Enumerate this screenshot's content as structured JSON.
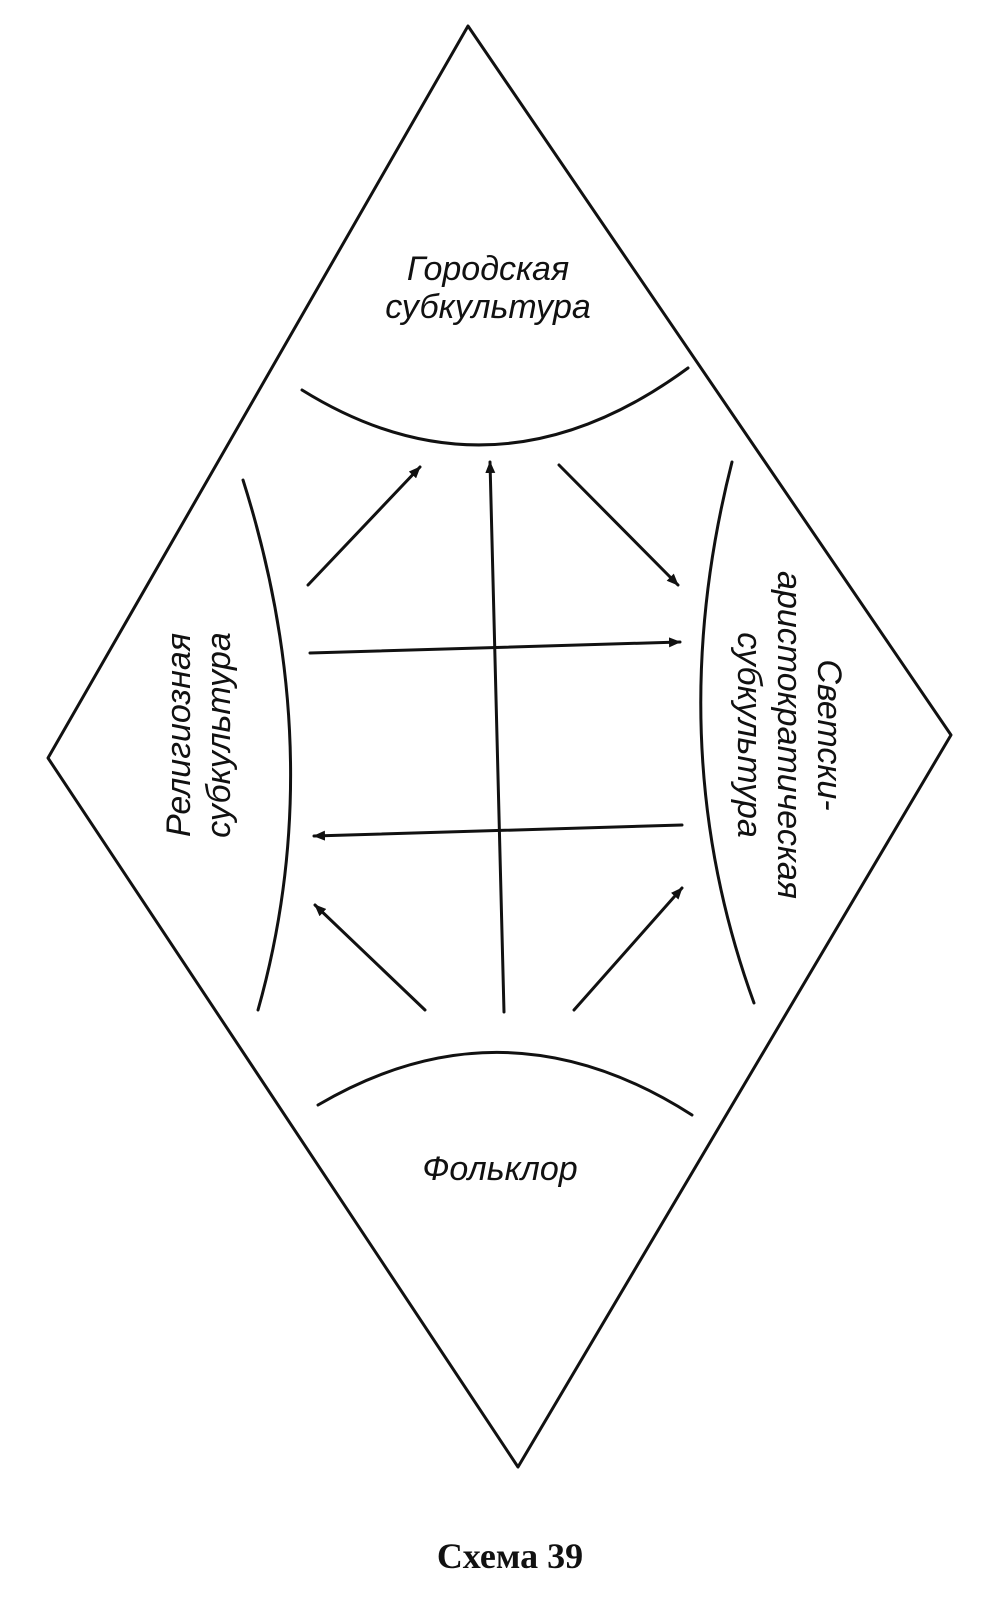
{
  "diagram": {
    "top_label_line1": "Городская",
    "top_label_line2": "субкультура",
    "left_label_line1": "Религиозная",
    "left_label_line2": "субкультура",
    "right_label_line1": "Светски-",
    "right_label_line2": "аристократическая",
    "right_label_line3": "субкультура",
    "bottom_label": "Фольклор",
    "caption": "Схема 39"
  }
}
